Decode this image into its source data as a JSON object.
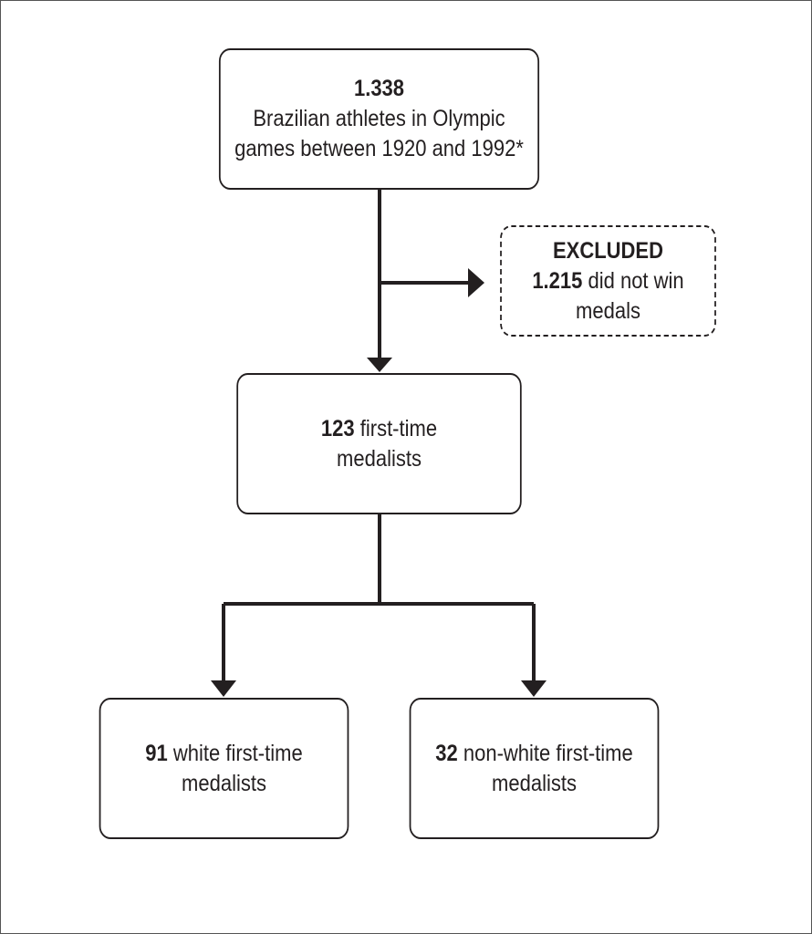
{
  "boxes": {
    "total": {
      "number": "1.338",
      "line1": "Brazilian athletes in Olympic",
      "line2": "games between 1920 and 1992*"
    },
    "excluded": {
      "heading": "EXCLUDED",
      "number": "1.215",
      "line1_rest": " did not win",
      "line2": "medals"
    },
    "medalists": {
      "number": "123",
      "line1_rest": " first-time",
      "line2": "medalists"
    },
    "white": {
      "number": "91",
      "line1_rest": " white first-time",
      "line2": "medalists"
    },
    "nonwhite": {
      "number": "32",
      "line1_rest": " non-white first-time",
      "line2": "medalists"
    }
  }
}
